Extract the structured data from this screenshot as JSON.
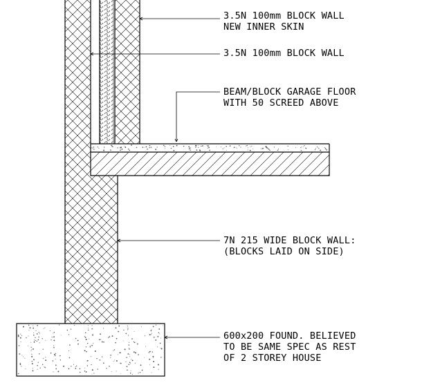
{
  "annotations": {
    "inner_skin": {
      "line1": "3.5N 100mm BLOCK WALL",
      "line2": "NEW INNER SKIN"
    },
    "outer_block": {
      "line1": "3.5N 100mm BLOCK WALL"
    },
    "garage_floor": {
      "line1": "BEAM/BLOCK GARAGE FLOOR",
      "line2": "WITH 50 SCREED ABOVE"
    },
    "wide_wall": {
      "line1": "7N 215 WIDE BLOCK WALL:",
      "line2": "(BLOCKS LAID ON SIDE)"
    },
    "foundation": {
      "line1": "600x200 FOUND. BELIEVED",
      "line2": "TO BE SAME SPEC AS REST",
      "line3": "OF 2 STOREY HOUSE"
    }
  },
  "colors": {
    "line": "#000000",
    "background": "#ffffff",
    "hatch": "#000000",
    "concrete_speckle": "#555555"
  }
}
